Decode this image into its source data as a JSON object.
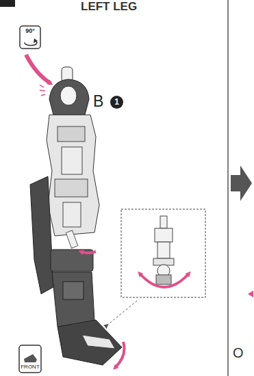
{
  "diagram": {
    "title": "LEFT LEG",
    "labels": [
      "90°",
      "B",
      "1",
      "FRONT",
      "O"
    ]
  }
}
